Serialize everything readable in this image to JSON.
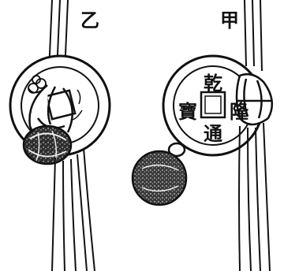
{
  "figure": {
    "panels": [
      {
        "label": "乙"
      },
      {
        "label": "甲",
        "coin_inscription": [
          "乾",
          "隆",
          "通",
          "寶"
        ]
      }
    ],
    "colors": {
      "ink": "#111111",
      "paper": "#ffffff",
      "bell": "#2a2a2a"
    }
  }
}
